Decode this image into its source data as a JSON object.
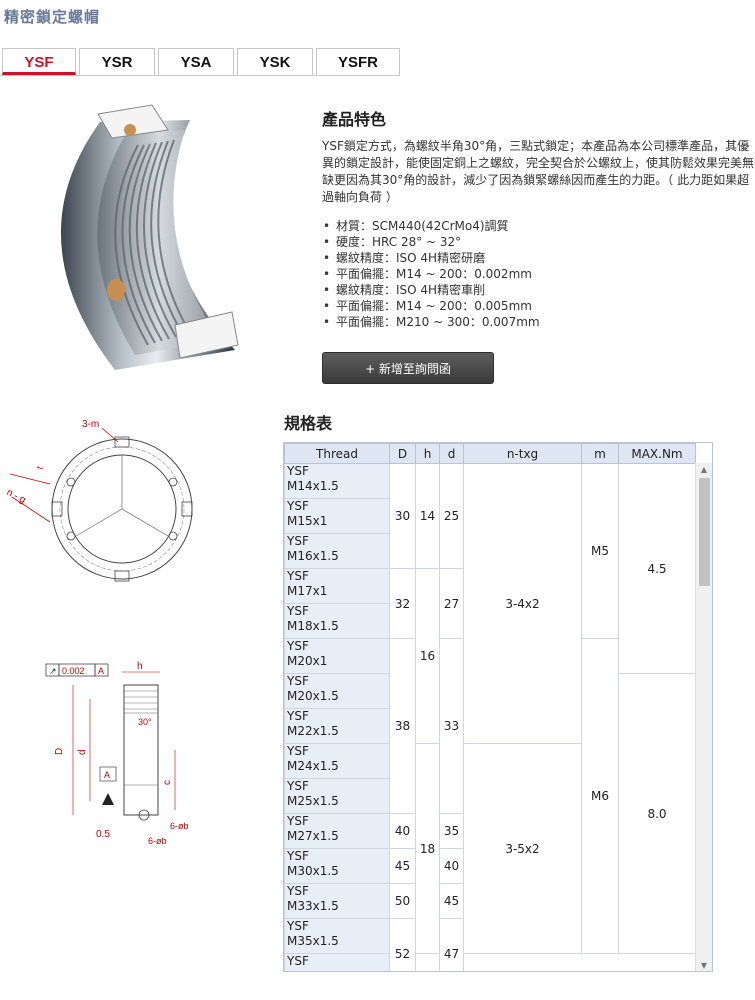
{
  "page": {
    "title": "精密鎖定螺帽"
  },
  "tabs": [
    {
      "label": "YSF",
      "active": true
    },
    {
      "label": "YSR",
      "active": false
    },
    {
      "label": "YSA",
      "active": false
    },
    {
      "label": "YSK",
      "active": false
    },
    {
      "label": "YSFR",
      "active": false
    }
  ],
  "features": {
    "title": "產品特色",
    "description": "YSF鎖定方式，為螺紋半角30°角，三點式鎖定；本產品為本公司標準產品，其優異的鎖定設計，能使固定銅上之螺紋，完全契合於公螺紋上，使其防鬆效果完美無缺更因為其30°角的設計，減少了因為鎖緊螺絲因而產生的力距。（ 此力距如果超過軸向負荷 ）",
    "items": [
      "材質：SCM440(42CrMo4)調質",
      "硬度：HRC 28° ~ 32°",
      "螺紋精度：ISO 4H精密研磨",
      "平面偏擺：M14 ~ 200：0.002mm",
      "螺紋精度：ISO 4H精密車削",
      "平面偏擺：M14 ~ 200：0.005mm",
      "平面偏擺：M210 ~ 300：0.007mm"
    ],
    "add_button": "+ 新增至詢問函"
  },
  "drawing": {
    "label_3m": "3-m",
    "label_t": "t",
    "label_ng": "n - g",
    "label_tol": "0.002",
    "label_A": "A",
    "label_h": "h",
    "label_D": "D",
    "label_d": "d",
    "label_30": "30°",
    "label_c": "c",
    "label_05": "0.5",
    "label_6b1": "6-øb",
    "label_6b2": "6-øb"
  },
  "spec": {
    "title": "規格表",
    "headers": [
      "Thread",
      "D",
      "h",
      "d",
      "n-txg",
      "m",
      "MAX.Nm"
    ],
    "threads": [
      "M14x1.5",
      "M15x1",
      "M16x1.5",
      "M17x1",
      "M18x1.5",
      "M20x1",
      "M20x1.5",
      "M22x1.5",
      "M24x1.5",
      "M25x1.5",
      "M27x1.5",
      "M30x1.5",
      "M33x1.5",
      "M35x1.5"
    ],
    "prefix": "YSF",
    "D": [
      "30",
      "32",
      "38",
      "40",
      "45",
      "50",
      "52"
    ],
    "h": [
      "14",
      "16",
      "18"
    ],
    "d": [
      "25",
      "27",
      "33",
      "35",
      "40",
      "45",
      "47"
    ],
    "ntxg": [
      "3-4x2",
      "3-5x2"
    ],
    "m": [
      "M5",
      "M6"
    ],
    "maxnm": [
      "4.5",
      "8.0"
    ]
  },
  "colors": {
    "accent": "#d0102a",
    "title": "#6a7a99",
    "header_bg": "#dde6f2"
  }
}
